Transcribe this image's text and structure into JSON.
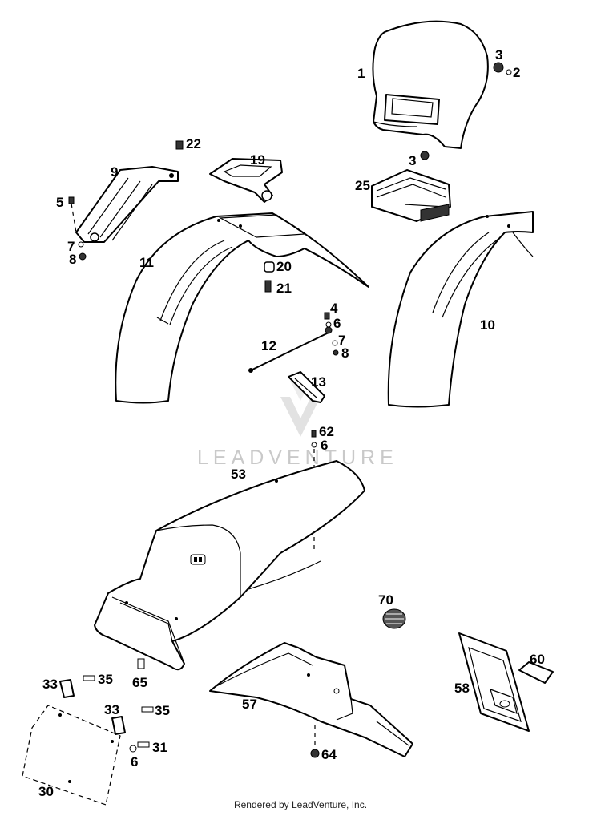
{
  "watermark": "LEADVENTURE",
  "footer": "Rendered by LeadVenture, Inc.",
  "callouts": {
    "c1": "1",
    "c2": "2",
    "c3a": "3",
    "c3b": "3",
    "c4": "4",
    "c5": "5",
    "c6a": "6",
    "c6b": "6",
    "c6c": "6",
    "c7a": "7",
    "c7b": "7",
    "c8a": "8",
    "c8b": "8",
    "c9": "9",
    "c10": "10",
    "c11": "11",
    "c12": "12",
    "c13": "13",
    "c19": "19",
    "c20": "20",
    "c21": "21",
    "c22": "22",
    "c25": "25",
    "c30": "30",
    "c31": "31",
    "c33a": "33",
    "c33b": "33",
    "c35a": "35",
    "c35b": "35",
    "c53": "53",
    "c57": "57",
    "c58": "58",
    "c60": "60",
    "c62": "62",
    "c64": "64",
    "c65": "65",
    "c70": "70"
  }
}
